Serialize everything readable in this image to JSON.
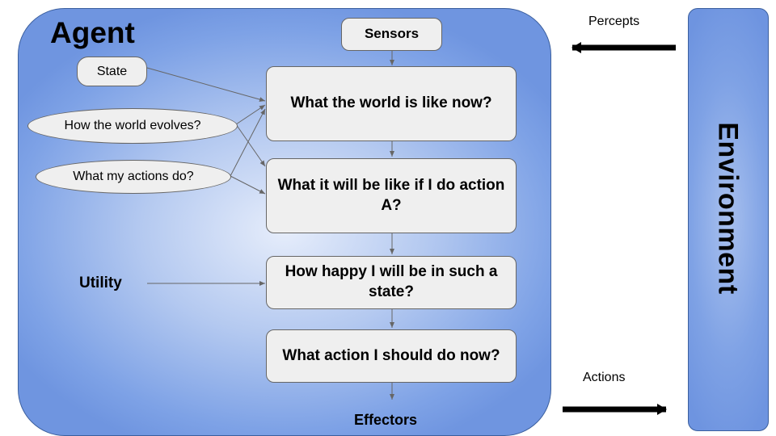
{
  "agent": {
    "title": "Agent",
    "sensors": "Sensors",
    "effectors": "Effectors",
    "state": "State",
    "world_evolves": "How the world evolves?",
    "actions_do": "What my actions do?",
    "utility": "Utility",
    "steps": [
      "What the world is like now?",
      "What it will be like if I do action A?",
      "How happy I will be in such a state?",
      "What action I should do now?"
    ]
  },
  "environment": {
    "label": "Environment"
  },
  "flows": {
    "percepts": "Percepts",
    "actions": "Actions"
  },
  "colors": {
    "agent_fill": "#7ea2e6",
    "box_fill": "#efefef",
    "arrow": "#000000"
  }
}
